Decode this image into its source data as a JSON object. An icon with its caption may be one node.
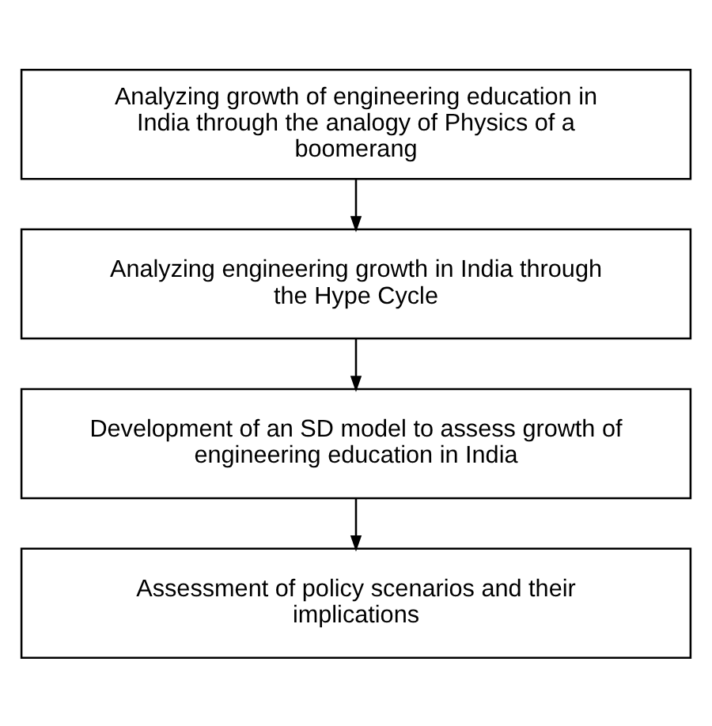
{
  "diagram": {
    "nodes": [
      {
        "text": [
          "Analyzing growth of engineering education in India through the analogy of Physics of a boomerang"
        ]
      },
      {
        "text": [
          "Analyzing engineering growth in India through the Hype Cycle"
        ]
      },
      {
        "text": [
          "Development of an SD model to assess growth of engineering education in India"
        ]
      },
      {
        "text": [
          "Assessment of policy scenarios and their implications"
        ]
      }
    ],
    "edges": [
      {
        "from": 0,
        "to": 1,
        "arrow": "to"
      },
      {
        "from": 1,
        "to": 2,
        "arrow": "to"
      },
      {
        "from": 2,
        "to": 3,
        "arrow": "to"
      }
    ]
  }
}
